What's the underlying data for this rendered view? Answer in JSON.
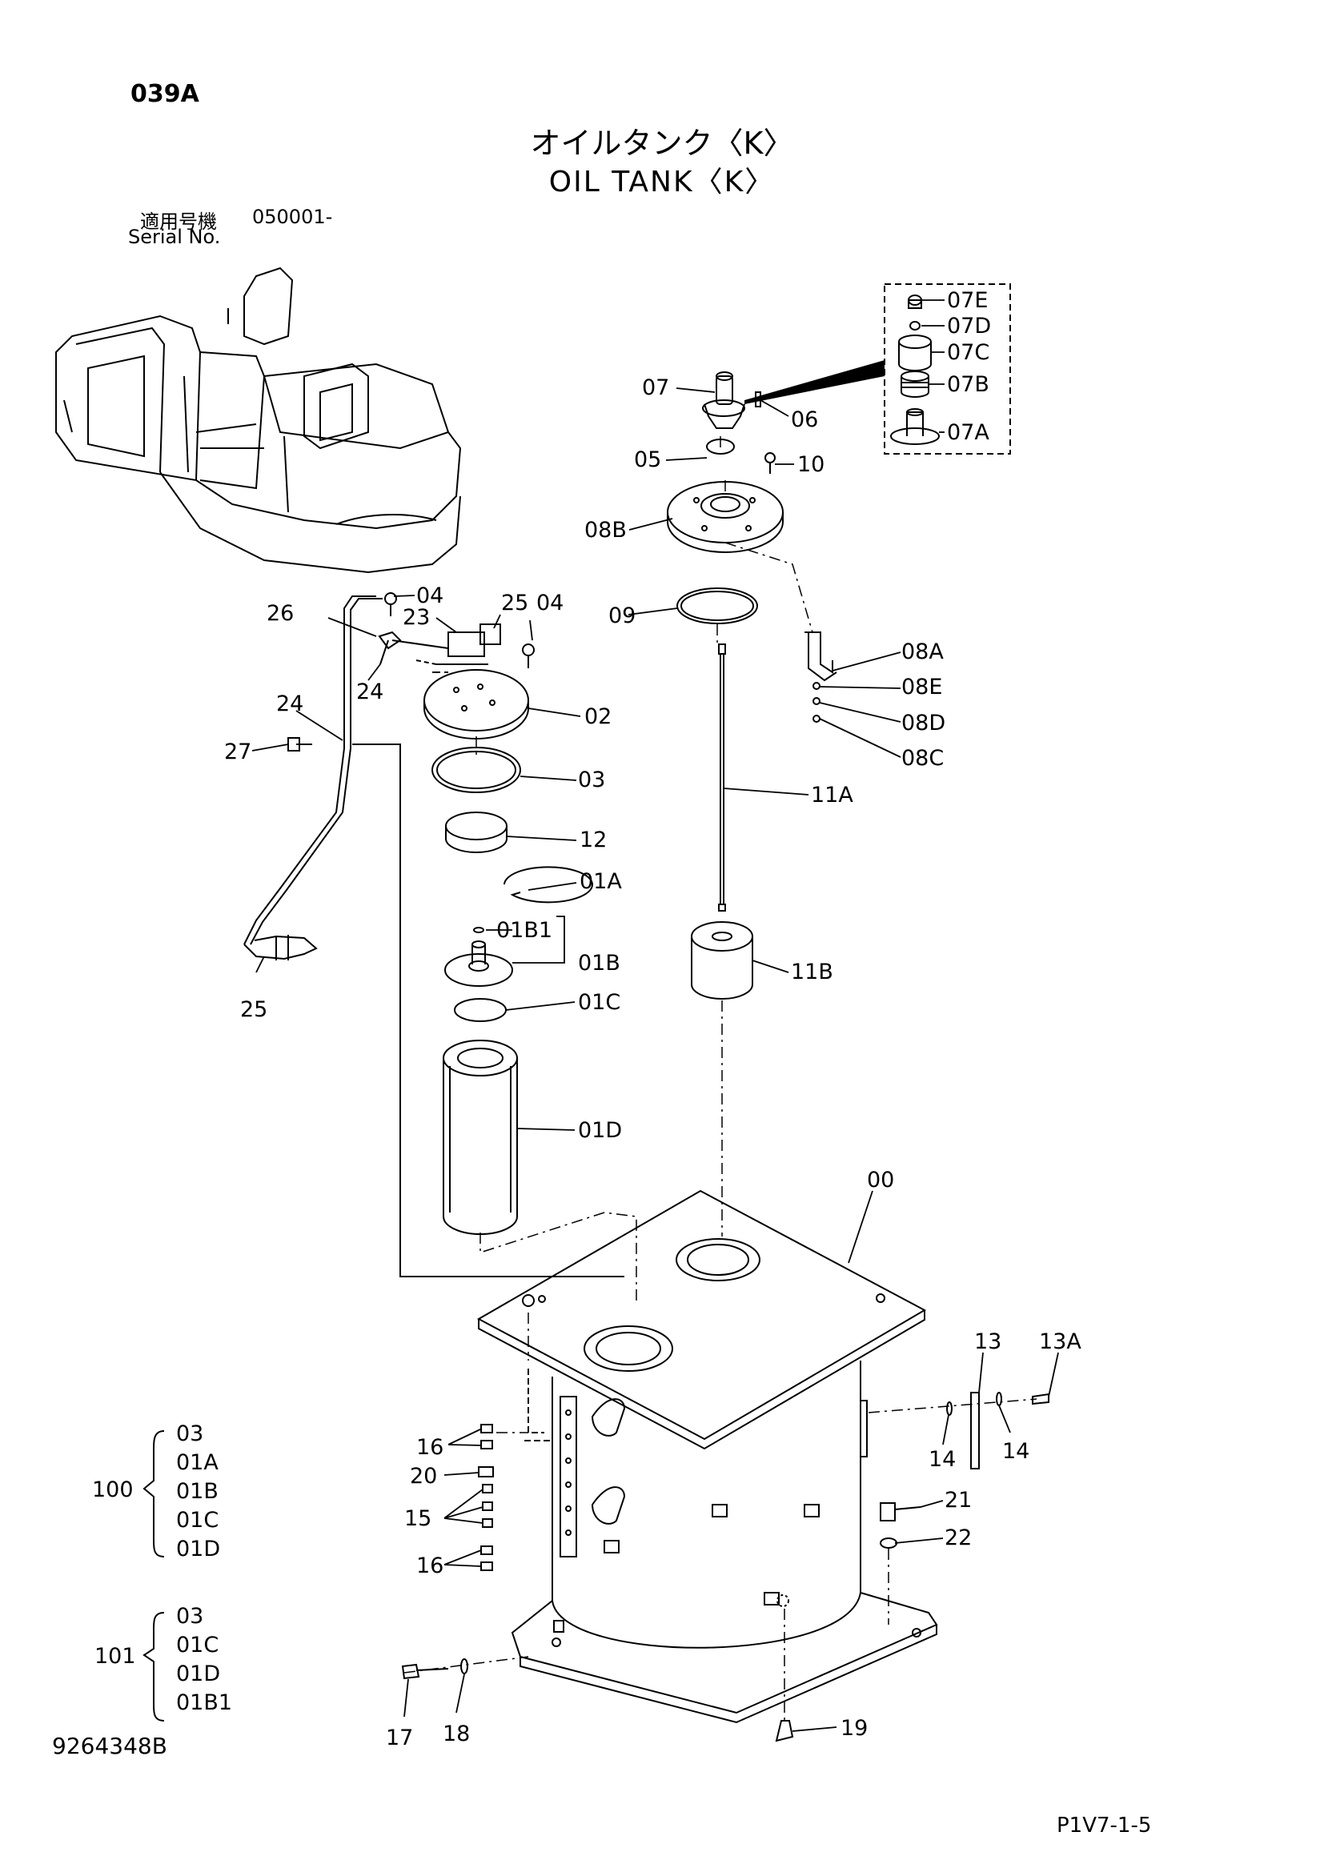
{
  "header": {
    "page_code": "039A",
    "title_jp": "オイルタンク〈K〉",
    "title_en": "OIL TANK〈K〉",
    "serial_label_jp": "適用号機",
    "serial_value": "050001-",
    "serial_label_en": "Serial No."
  },
  "callouts": {
    "c07E": "07E",
    "c07D": "07D",
    "c07C": "07C",
    "c07B": "07B",
    "c07A": "07A",
    "c07": "07",
    "c06": "06",
    "c05": "05",
    "c10": "10",
    "c08B": "08B",
    "c09": "09",
    "c08A": "08A",
    "c08E": "08E",
    "c08D": "08D",
    "c08C": "08C",
    "c11A": "11A",
    "c11B": "11B",
    "c26": "26",
    "c04a": "04",
    "c23": "23",
    "c25a": "25",
    "c04b": "04",
    "c24a": "24",
    "c24b": "24",
    "c27": "27",
    "c25b": "25",
    "c02": "02",
    "c03": "03",
    "c12": "12",
    "c01A": "01A",
    "c01B1": "01B1",
    "c01B": "01B",
    "c01C": "01C",
    "c01D": "01D",
    "c00": "00",
    "c13": "13",
    "c13A": "13A",
    "c14a": "14",
    "c14b": "14",
    "c21": "21",
    "c22": "22",
    "c16a": "16",
    "c20": "20",
    "c15": "15",
    "c16b": "16",
    "c17": "17",
    "c18": "18",
    "c19": "19"
  },
  "kits": {
    "k100": {
      "label": "100",
      "items": [
        "03",
        "01A",
        "01B",
        "01C",
        "01D"
      ]
    },
    "k101": {
      "label": "101",
      "items": [
        "03",
        "01C",
        "01D",
        "01B1"
      ]
    }
  },
  "footer": {
    "doc_number": "9264348B",
    "page_ref": "P1V7-1-5"
  }
}
